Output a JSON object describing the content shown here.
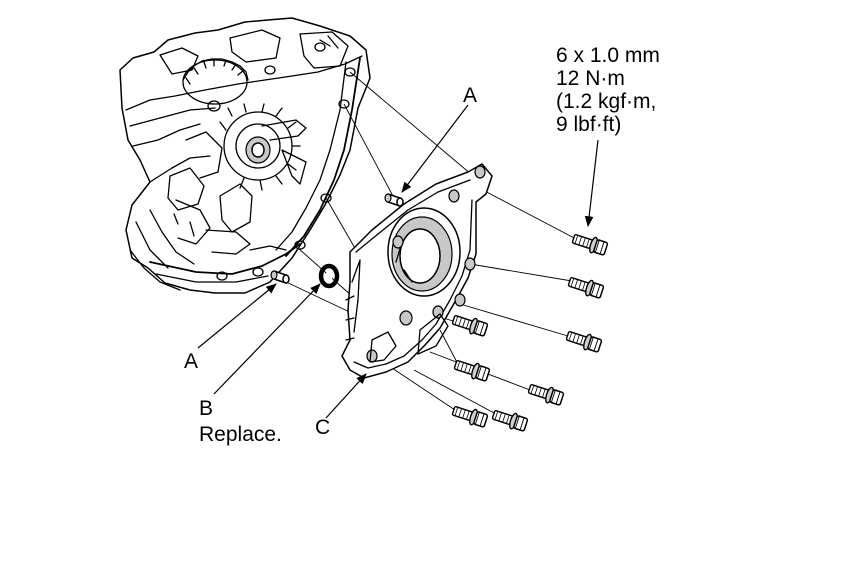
{
  "spec": {
    "lines": [
      "6 x 1.0 mm",
      "12 N·m",
      "(1.2 kgf·m,",
      "9 lbf·ft)"
    ]
  },
  "callouts": {
    "a_top": "A",
    "a_left": "A",
    "b_letter": "B",
    "b_note": "Replace.",
    "c": "C"
  }
}
